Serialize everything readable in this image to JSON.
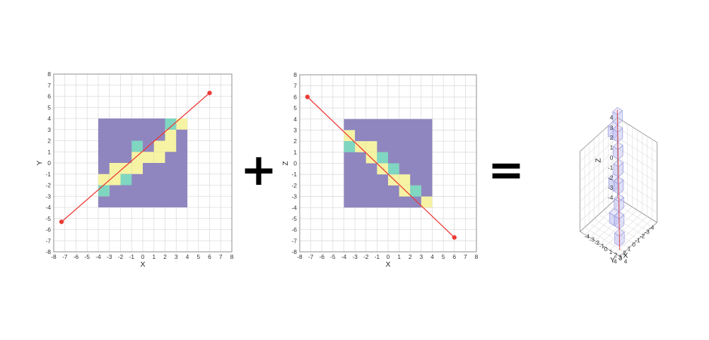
{
  "operators": {
    "plus": "+",
    "equals": "="
  },
  "colors": {
    "background": "#ffffff",
    "grid": "#dcdcdc",
    "frame": "#8c8c8c",
    "square": "#8f86bf",
    "cell_yellow": "#f6f3a4",
    "cell_teal": "#7fd6c1",
    "line": "#ec3a36",
    "voxel_fill": "#bcbef0",
    "voxel_edge": "#9a9de0"
  },
  "panel_xy": {
    "xlabel": "X",
    "ylabel": "Y",
    "xticks": [
      "-8",
      "-7",
      "-6",
      "-5",
      "-4",
      "-3",
      "-2",
      "-1",
      "0",
      "1",
      "2",
      "3",
      "4",
      "5",
      "6",
      "7",
      "8"
    ],
    "yticks": [
      "8",
      "7",
      "6",
      "5",
      "4",
      "3",
      "2",
      "1",
      "0",
      "-1",
      "-2",
      "-3",
      "-4",
      "-5",
      "-6",
      "-7",
      "-8"
    ],
    "square": [
      -4,
      4,
      -4,
      4
    ],
    "line": {
      "start": [
        -7.3,
        -5.3
      ],
      "end": [
        6.0,
        6.3
      ]
    },
    "cells_yellow": [
      [
        3,
        3
      ],
      [
        2,
        2
      ],
      [
        2,
        1
      ],
      [
        1,
        1
      ],
      [
        1,
        0
      ],
      [
        0,
        0
      ],
      [
        -1,
        0
      ],
      [
        -1,
        -1
      ],
      [
        -2,
        -1
      ],
      [
        -3,
        -1
      ],
      [
        -3,
        -2
      ],
      [
        -4,
        -2
      ],
      [
        -4,
        -3
      ]
    ],
    "cells_teal": [
      [
        2,
        3
      ],
      [
        -1,
        1
      ],
      [
        -2,
        -2
      ],
      [
        -4,
        -3
      ]
    ]
  },
  "panel_xz": {
    "xlabel": "X",
    "ylabel": "Z",
    "xticks": [
      "-8",
      "-7",
      "-6",
      "-5",
      "-4",
      "-3",
      "-2",
      "-1",
      "0",
      "1",
      "2",
      "3",
      "4",
      "5",
      "6",
      "7",
      "8"
    ],
    "yticks": [
      "8",
      "7",
      "6",
      "5",
      "4",
      "3",
      "2",
      "1",
      "0",
      "-1",
      "-2",
      "-3",
      "-4",
      "-5",
      "-6",
      "-7",
      "-8"
    ],
    "square": [
      -4,
      4,
      -4,
      4
    ],
    "line": {
      "start": [
        -7.3,
        6.0
      ],
      "end": [
        6.0,
        -6.7
      ]
    },
    "cells_yellow": [
      [
        -4,
        2
      ],
      [
        -3,
        1
      ],
      [
        -2,
        1
      ],
      [
        -2,
        0
      ],
      [
        -1,
        0
      ],
      [
        -1,
        -1
      ],
      [
        0,
        -1
      ],
      [
        0,
        -2
      ],
      [
        1,
        -2
      ],
      [
        1,
        -3
      ],
      [
        2,
        -3
      ],
      [
        3,
        -4
      ]
    ],
    "cells_teal": [
      [
        -4,
        1
      ],
      [
        -1,
        0
      ],
      [
        0,
        -1
      ],
      [
        2,
        -3
      ]
    ]
  },
  "panel_3d": {
    "xlabel": "X",
    "ylabel": "Y",
    "zlabel": "Z",
    "ticks": [
      "-4",
      "-3",
      "-2",
      "-1",
      "0",
      "1",
      "2",
      "3",
      "4"
    ],
    "voxels": [
      [
        -4,
        -4,
        4
      ],
      [
        -3,
        -3,
        3
      ],
      [
        -2,
        -2,
        2
      ],
      [
        -1,
        -1,
        1
      ],
      [
        0,
        0,
        0
      ],
      [
        1,
        1,
        -1
      ],
      [
        2,
        2,
        -2
      ],
      [
        3,
        3,
        -3
      ],
      [
        -3,
        -4,
        3
      ],
      [
        0,
        -1,
        0
      ],
      [
        2,
        1,
        -2
      ]
    ]
  }
}
